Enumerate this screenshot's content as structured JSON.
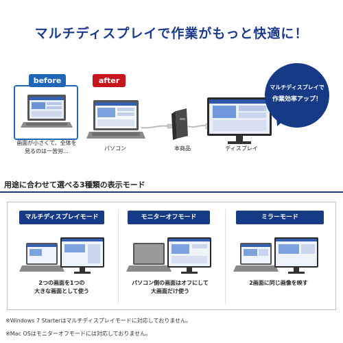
{
  "headline": "マルチディスプレイで作業がもっと快適に！",
  "top": {
    "before_tag": "before",
    "after_tag": "after",
    "before_caption_line1": "画面が小さくて、全体を",
    "before_caption_line2": "見るのは一苦労…",
    "pc_label": "パソコン",
    "product_label": "本商品",
    "display_label": "ディスプレイ",
    "bubble_line1": "マルチディスプレイで",
    "bubble_line2": "作業効率アップ！"
  },
  "section": {
    "title": "用途に合わせて選べる3種類の表示モード"
  },
  "modes": [
    {
      "label": "マルチディスプレイモード",
      "desc_line1": "2つの画面を1つの",
      "desc_line2": "大きな画面として使う"
    },
    {
      "label": "モニターオフモード",
      "desc_line1": "パソコン側の画面はオフにして",
      "desc_line2": "大画面だけ使う"
    },
    {
      "label": "ミラーモード",
      "desc_line1": "2画面に同じ画像を映す",
      "desc_line2": ""
    }
  ],
  "notes": [
    "※Windows 7 Starterはマルチディスプレイモードに対応しておりません。",
    "※Mac OSはモニターオフモードには対応しておりません。"
  ],
  "colors": {
    "brand_navy": "#163a86",
    "before_blue": "#1f66b8",
    "after_red": "#c4161c"
  }
}
